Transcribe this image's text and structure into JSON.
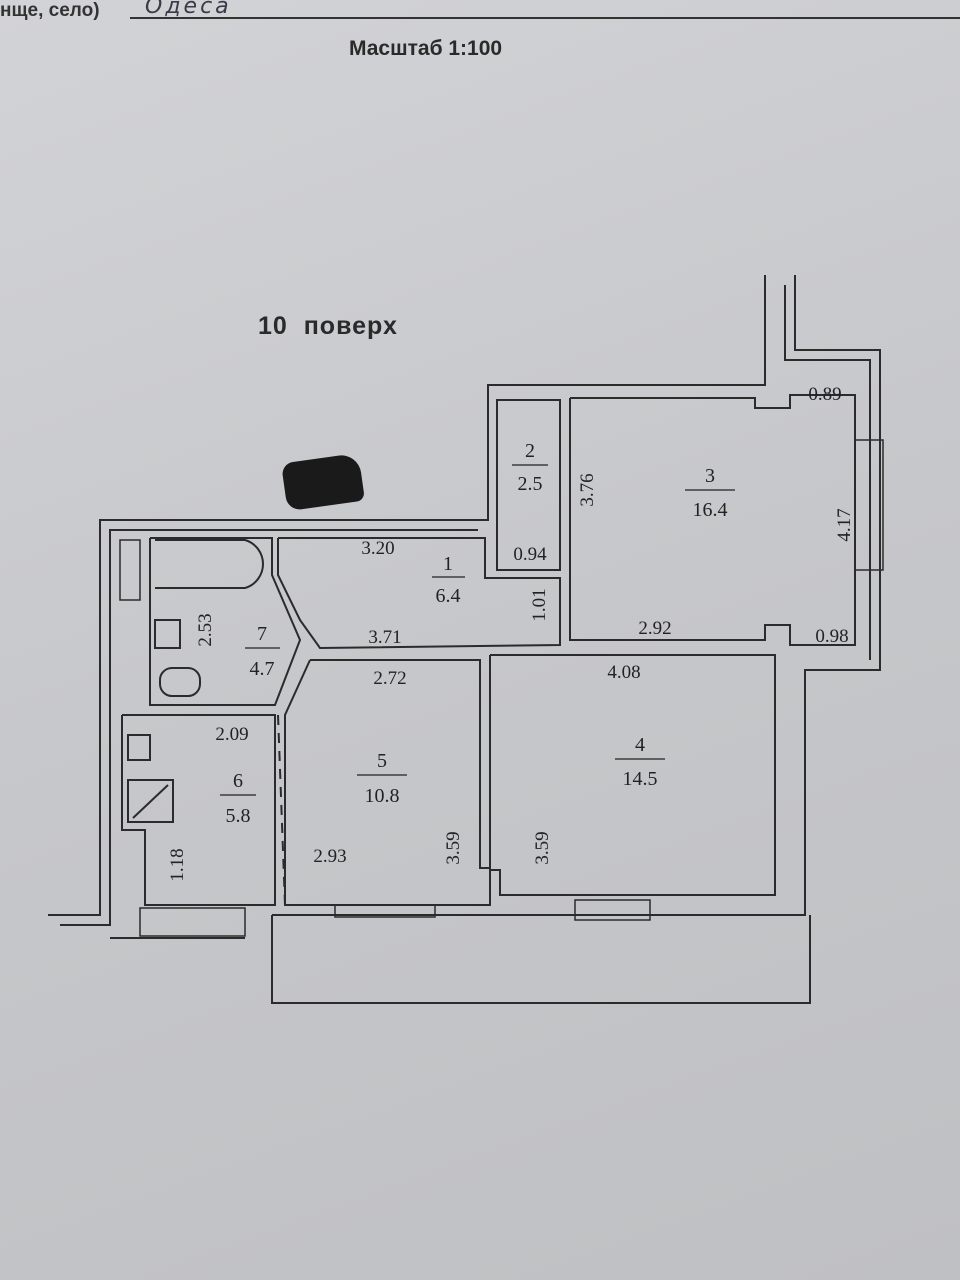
{
  "header": {
    "locality_label": "нще, село)",
    "locality_value": "Одеса",
    "scale": "Масштаб 1:100"
  },
  "floor_title": "10  поверх",
  "rooms": [
    {
      "number": "1",
      "area": "6.4"
    },
    {
      "number": "2",
      "area": "2.5"
    },
    {
      "number": "3",
      "area": "16.4"
    },
    {
      "number": "4",
      "area": "14.5"
    },
    {
      "number": "5",
      "area": "10.8"
    },
    {
      "number": "6",
      "area": "5.8"
    },
    {
      "number": "7",
      "area": "4.7"
    }
  ],
  "dimensions": {
    "d320": "3.20",
    "d371": "3.71",
    "d272": "2.72",
    "d253": "2.53",
    "d209": "2.09",
    "d118": "1.18",
    "d293": "2.93",
    "d359a": "3.59",
    "d359b": "3.59",
    "d408": "4.08",
    "d292": "2.92",
    "d101": "1.01",
    "d094": "0.94",
    "d376": "3.76",
    "d089": "0.89",
    "d417": "4.17",
    "d098": "0.98"
  }
}
